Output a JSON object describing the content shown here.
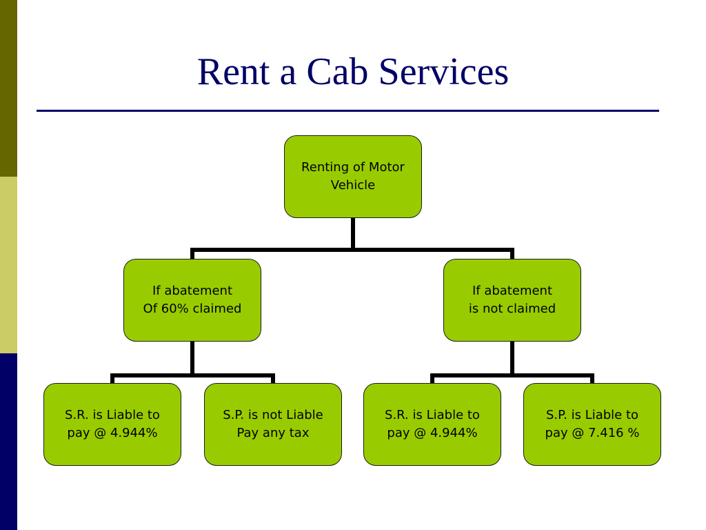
{
  "slide": {
    "title": "Rent a Cab Services",
    "colors": {
      "title": "#000066",
      "node_fill": "#99cc00",
      "bar_top": "#666600",
      "bar_mid": "#cccc66",
      "bar_bottom": "#000066"
    }
  },
  "diagram": {
    "root": {
      "label": "Renting of Motor\nVehicle"
    },
    "left": {
      "label": "If abatement\nOf 60% claimed"
    },
    "right": {
      "label": "If abatement\nis not claimed"
    },
    "left_a": {
      "label": "S.R. is Liable to\npay @ 4.944%"
    },
    "left_b": {
      "label": "S.P. is not Liable\nPay any tax"
    },
    "right_a": {
      "label": "S.R. is Liable to\npay @ 4.944%"
    },
    "right_b": {
      "label": "S.P. is Liable to\npay @ 7.416 %"
    }
  }
}
